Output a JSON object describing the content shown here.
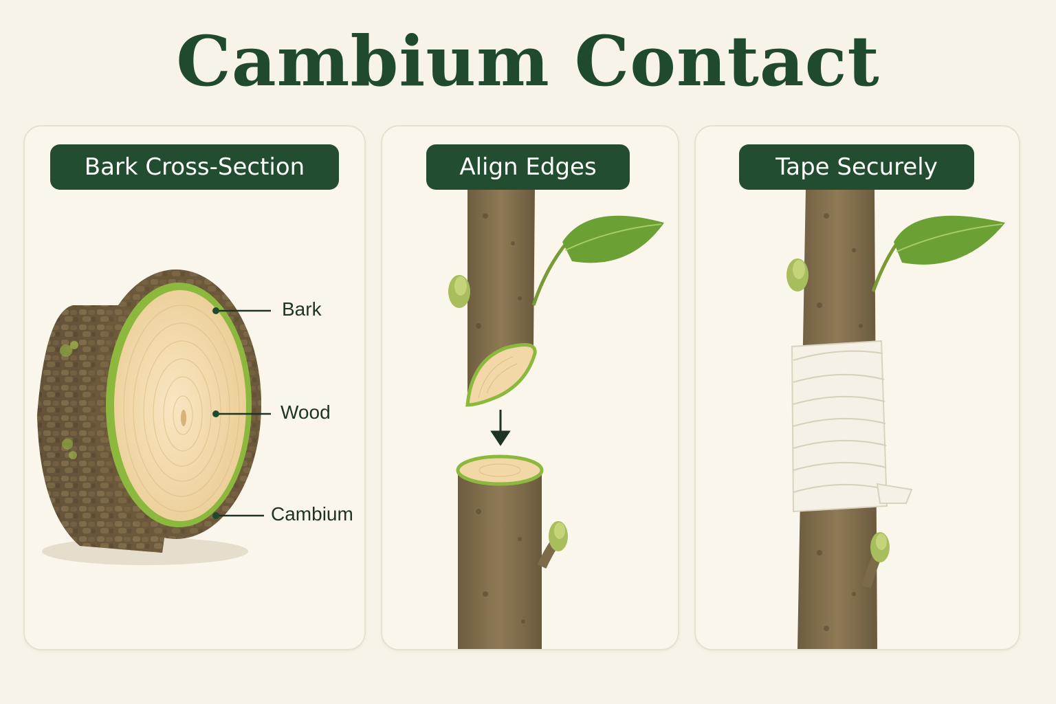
{
  "title": "Cambium Contact",
  "panels": [
    {
      "heading": "Bark Cross-Section",
      "callouts": [
        "Bark",
        "Wood",
        "Cambium"
      ]
    },
    {
      "heading": "Align Edges"
    },
    {
      "heading": "Tape Securely"
    }
  ],
  "colors": {
    "title": "#1f4a2e",
    "pill_bg": "#224d30",
    "pill_text": "#ffffff",
    "background": "#f7f3e8",
    "cambium": "#8cb83e",
    "bark": "#6b5a3e",
    "wood": "#f3dcae",
    "leaf": "#6aa034",
    "tape": "#f5f1e6"
  },
  "icons": [
    "bark-log-slice-illustration",
    "grafting-scion-illustration",
    "taped-graft-illustration",
    "down-arrow-icon",
    "leaf-icon",
    "bud-icon"
  ]
}
